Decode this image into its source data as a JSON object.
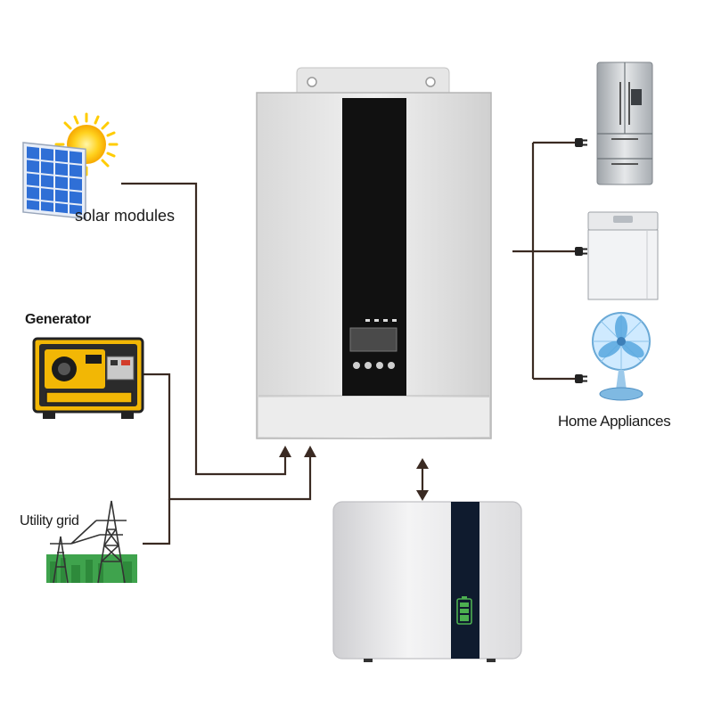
{
  "labels": {
    "solar": "solar modules",
    "generator": "Generator",
    "utility": "Utility grid",
    "appliances": "Home Appliances"
  },
  "colors": {
    "wire": "#3a2a22",
    "inverter_body": "#e9e9e9",
    "display_panel": "#111111",
    "battery_strip": "#0f1b2e",
    "battery_indicator": "#4caf50",
    "generator_yellow": "#f2b705",
    "solar_blue": "#2f6fd6",
    "sun": "#ffcc00",
    "grid_green": "#3fa34d"
  }
}
